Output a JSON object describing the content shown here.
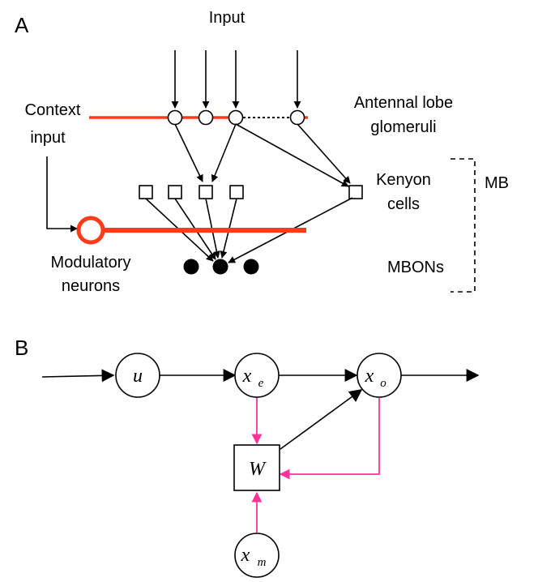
{
  "panel_a": {
    "label": "A",
    "input": "Input",
    "context_line1": "Context",
    "context_line2": "input",
    "antennal_line1": "Antennal lobe",
    "antennal_line2": "glomeruli",
    "kenyon_line1": "Kenyon",
    "kenyon_line2": "cells",
    "mb": "MB",
    "mbons": "MBONs",
    "modulatory_line1": "Modulatory",
    "modulatory_line2": "neurons"
  },
  "panel_b": {
    "label": "B",
    "u": "u",
    "xe_base": "x",
    "xe_sub": "e",
    "xo_base": "x",
    "xo_sub": "o",
    "w": "W",
    "xm_base": "x",
    "xm_sub": "m"
  },
  "colors": {
    "context_red": "#ff3b1a",
    "plasticity_pink": "#ff3399",
    "line": "#000000"
  }
}
